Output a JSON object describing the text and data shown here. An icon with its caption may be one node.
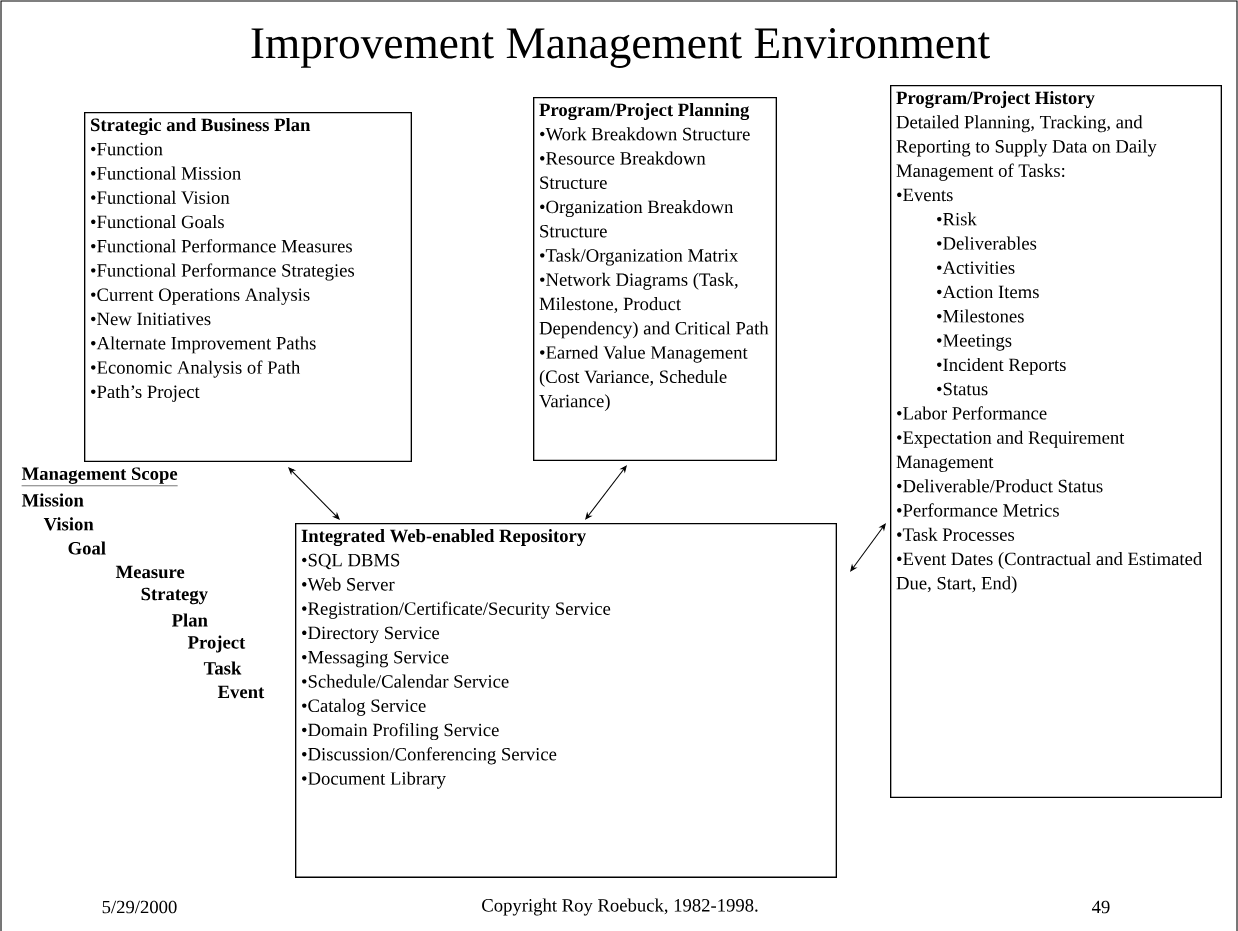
{
  "diagram": {
    "title": "Improvement Management Environment",
    "nodes": [
      {
        "text": [
          "Strategic and Business Plan",
          "•Function",
          "•Functional Mission",
          "•Functional Vision",
          "•Functional Goals",
          "•Functional Performance Measures",
          "•Functional Performance Strategies",
          "•Current Operations Analysis",
          "•New Initiatives",
          "•Alternate Improvement Paths",
          "•Economic Analysis of Path",
          "•Path’s Project"
        ]
      },
      {
        "text": [
          "Program/Project Planning",
          "•Work Breakdown Structure",
          "•Resource Breakdown Structure",
          "•Organization Breakdown Structure",
          "•Task/Organization Matrix",
          "•Network Diagrams (Task, Milestone, Product Dependency) and Critical Path",
          "•Earned Value Management (Cost Variance, Schedule Variance)"
        ]
      },
      {
        "text": [
          "Program/Project History",
          "Detailed Planning, Tracking, and Reporting to Supply Data on Daily Management of Tasks:",
          "•Events",
          "•Risk",
          "•Deliverables",
          "•Activities",
          "•Action Items",
          "•Milestones",
          "•Meetings",
          "•Incident Reports",
          "•Status",
          "•Labor Performance",
          "•Expectation and Requirement Management",
          "•Deliverable/Product Status",
          "•Performance Metrics",
          "•Task Processes",
          "•Event Dates (Contractual and Estimated Due, Start, End)"
        ]
      },
      {
        "text": [
          "Integrated Web-enabled Repository",
          "•SQL DBMS",
          "•Web Server",
          "•Registration/Certificate/Security Service",
          "•Directory Service",
          "•Messaging Service",
          "•Schedule/Calendar Service",
          "•Catalog Service",
          "•Domain Profiling Service",
          "•Discussion/Conferencing Service",
          "•Document Library"
        ]
      }
    ],
    "edges": [
      {
        "from": 0,
        "to": 3,
        "arrow": "both"
      },
      {
        "from": 1,
        "to": 3,
        "arrow": "both"
      },
      {
        "from": 2,
        "to": 3,
        "arrow": "both"
      }
    ],
    "labels": [
      "Management Scope",
      "Mission",
      "Vision",
      "Goal",
      "Measure",
      "Strategy",
      "Plan",
      "Project",
      "Task",
      "Event",
      "5/29/2000",
      "Copyright Roy Roebuck, 1982-1998.",
      "49"
    ]
  }
}
